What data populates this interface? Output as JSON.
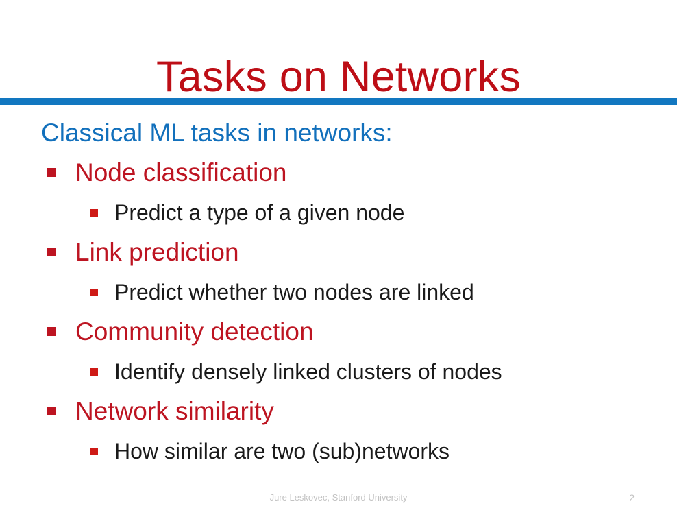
{
  "slide": {
    "title": "Tasks on Networks",
    "accent_red": "#BD0E16",
    "accent_blue": "#1277C0",
    "body_text_color": "#1A1A1A",
    "background": "#ffffff"
  },
  "body": {
    "lead_line": "Classical ML tasks in networks:",
    "bullets": [
      {
        "label": "Node classification",
        "sub": "Predict a type of a given node"
      },
      {
        "label": "Link prediction",
        "sub": "Predict whether two nodes are linked"
      },
      {
        "label": "Community detection",
        "sub": "Identify densely linked clusters of nodes"
      },
      {
        "label": "Network similarity",
        "sub": "How similar are two (sub)networks"
      }
    ]
  },
  "footer": {
    "credit": "Jure Leskovec, Stanford University",
    "page_number": "2"
  }
}
